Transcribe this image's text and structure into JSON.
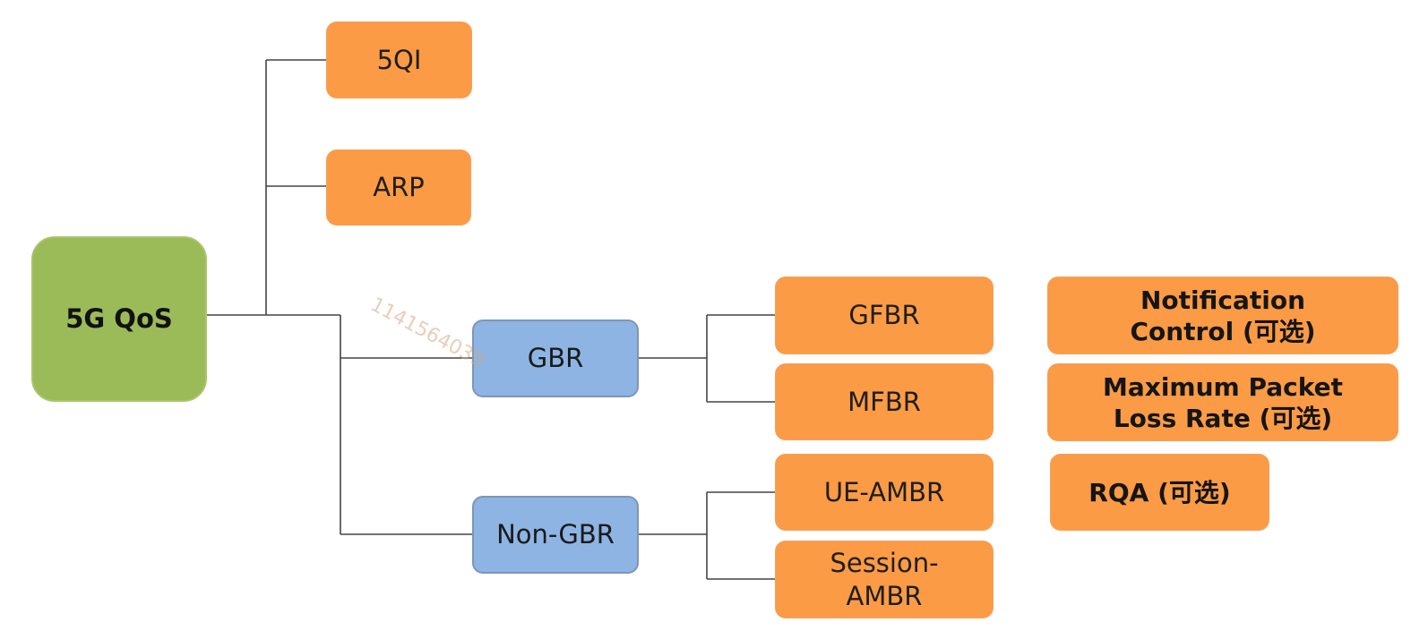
{
  "diagram": {
    "root": {
      "label": "5G QoS"
    },
    "qi": {
      "label": "5QI"
    },
    "arp": {
      "label": "ARP"
    },
    "gbr": {
      "label": "GBR"
    },
    "non_gbr": {
      "label": "Non-GBR"
    },
    "gfbr": {
      "label": "GFBR"
    },
    "mfbr": {
      "label": "MFBR"
    },
    "ue_ambr": {
      "label": "UE-AMBR"
    },
    "session_ambr": {
      "line1": "Session-",
      "line2": "AMBR"
    },
    "notification_control": {
      "line1": "Notification",
      "line2": "Control (可选)"
    },
    "max_packet_loss": {
      "line1": "Maximum Packet",
      "line2": "Loss Rate (可选)"
    },
    "rqa": {
      "label": "RQA (可选)"
    }
  },
  "watermark": {
    "text": "1141564039"
  },
  "colors": {
    "root": "#9bbb59",
    "leaf": "#fb9b45",
    "category": "#8db4e3",
    "connector": "#444444"
  }
}
